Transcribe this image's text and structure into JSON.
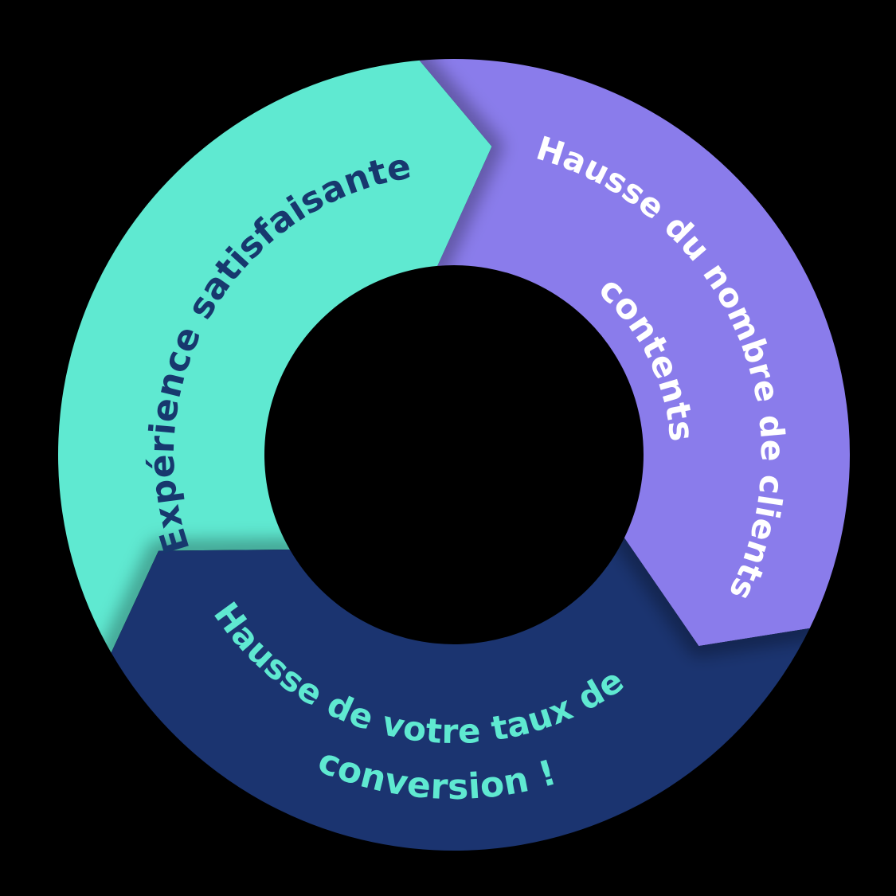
{
  "diagram": {
    "type": "cycle-diagram",
    "direction": "clockwise",
    "background_color": "#000000",
    "segments": [
      {
        "id": "experience",
        "label": "Expérience satisfaisante",
        "color": "#5FE9D1",
        "text_color": "#17386E"
      },
      {
        "id": "clients-contents",
        "label": "Hausse du nombre de clients contents",
        "label_line1": "Hausse du nombre de clients",
        "label_line2": "contents",
        "color": "#8A7CEB",
        "text_color": "#FFFFFF"
      },
      {
        "id": "conversion",
        "label": "Hausse de votre taux de conversion !",
        "label_line1": "Hausse de votre taux de",
        "label_line2": "conversion !",
        "color": "#1B3470",
        "text_color": "#5FE9D1"
      }
    ]
  }
}
